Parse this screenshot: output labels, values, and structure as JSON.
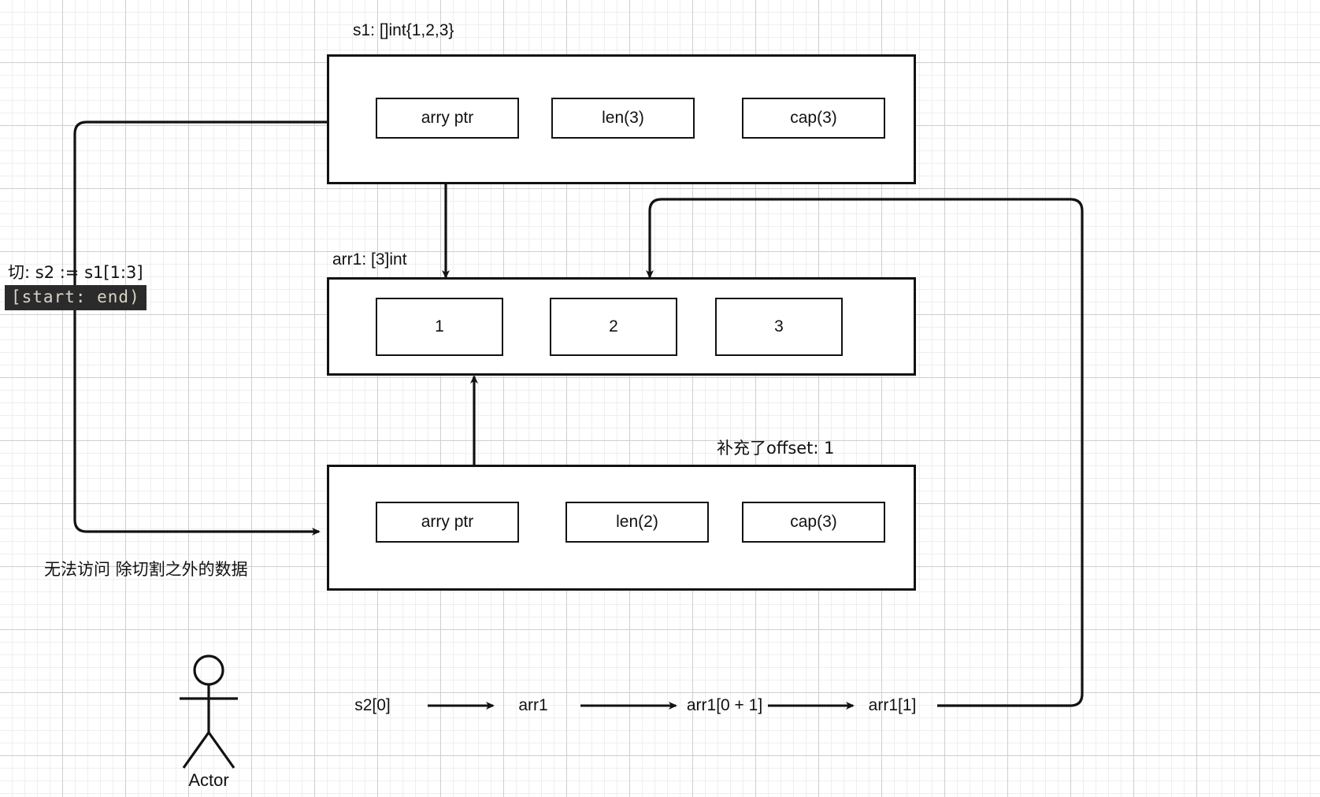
{
  "diagram": {
    "title_top": "s1: []int{1,2,3}",
    "title_mid": "arr1: [3]int",
    "note_offset": "补充了offset: 1",
    "note_slice": "切:  s2 := s1[1:3]",
    "note_slice_code": "[start: end)",
    "note_no_access": "无法访问 除切割之外的数据",
    "actor_label": "Actor"
  },
  "slice_header_s1": {
    "fields": [
      {
        "label": "arry ptr"
      },
      {
        "label": "len(3)"
      },
      {
        "label": "cap(3)"
      }
    ]
  },
  "array_arr1": {
    "cells": [
      {
        "value": "1"
      },
      {
        "value": "2"
      },
      {
        "value": "3"
      }
    ]
  },
  "slice_header_s2": {
    "fields": [
      {
        "label": "arry ptr"
      },
      {
        "label": "len(2)"
      },
      {
        "label": "cap(3)"
      }
    ]
  },
  "flow": {
    "steps": [
      {
        "label": "s2[0]"
      },
      {
        "label": "arr1"
      },
      {
        "label": "arr1[0 + 1]"
      },
      {
        "label": "arr1[1]"
      }
    ]
  },
  "colors": {
    "stroke": "#121212",
    "background": "#ffffff",
    "grid_minor": "#efefef",
    "grid_major": "#cfcfcf",
    "chip_bg": "#2b2b2b",
    "chip_fg": "#d8d4c8"
  }
}
